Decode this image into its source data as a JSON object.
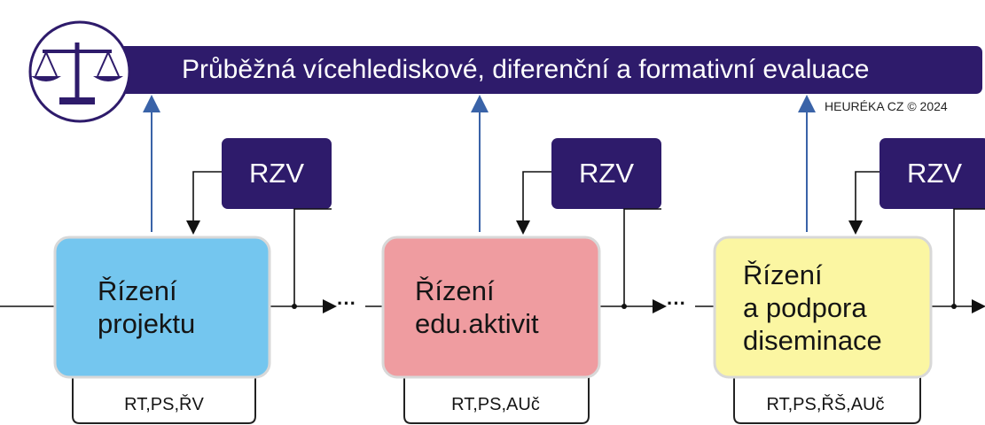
{
  "banner": {
    "title": "Průběžná vícehlediskové, diferenční a formativní evaluace",
    "copyright": "HEURÉKA CZ © 2024",
    "color": "#2e1b6b"
  },
  "icon": {
    "name": "scales-of-justice-icon",
    "color": "#2e1b6b"
  },
  "stages": [
    {
      "title_lines": [
        "Řízení",
        "projektu"
      ],
      "feedback_label": "RZV",
      "tray_label": "RT,PS,ŘV",
      "fill": "#74c6ef"
    },
    {
      "title_lines": [
        "Řízení",
        "edu.aktivit"
      ],
      "feedback_label": "RZV",
      "tray_label": "RT,PS,AUč",
      "fill": "#ef9ca0"
    },
    {
      "title_lines": [
        "Řízení",
        "a podpora",
        "diseminace"
      ],
      "feedback_label": "RZV",
      "tray_label": "RT,PS,ŘŠ,AUč",
      "fill": "#fbf6a2"
    }
  ],
  "connector_ellipsis": "···",
  "colors": {
    "rzv_box": "#2e1b6b",
    "up_arrow": "#3a63a8",
    "flow_line": "#111111"
  }
}
